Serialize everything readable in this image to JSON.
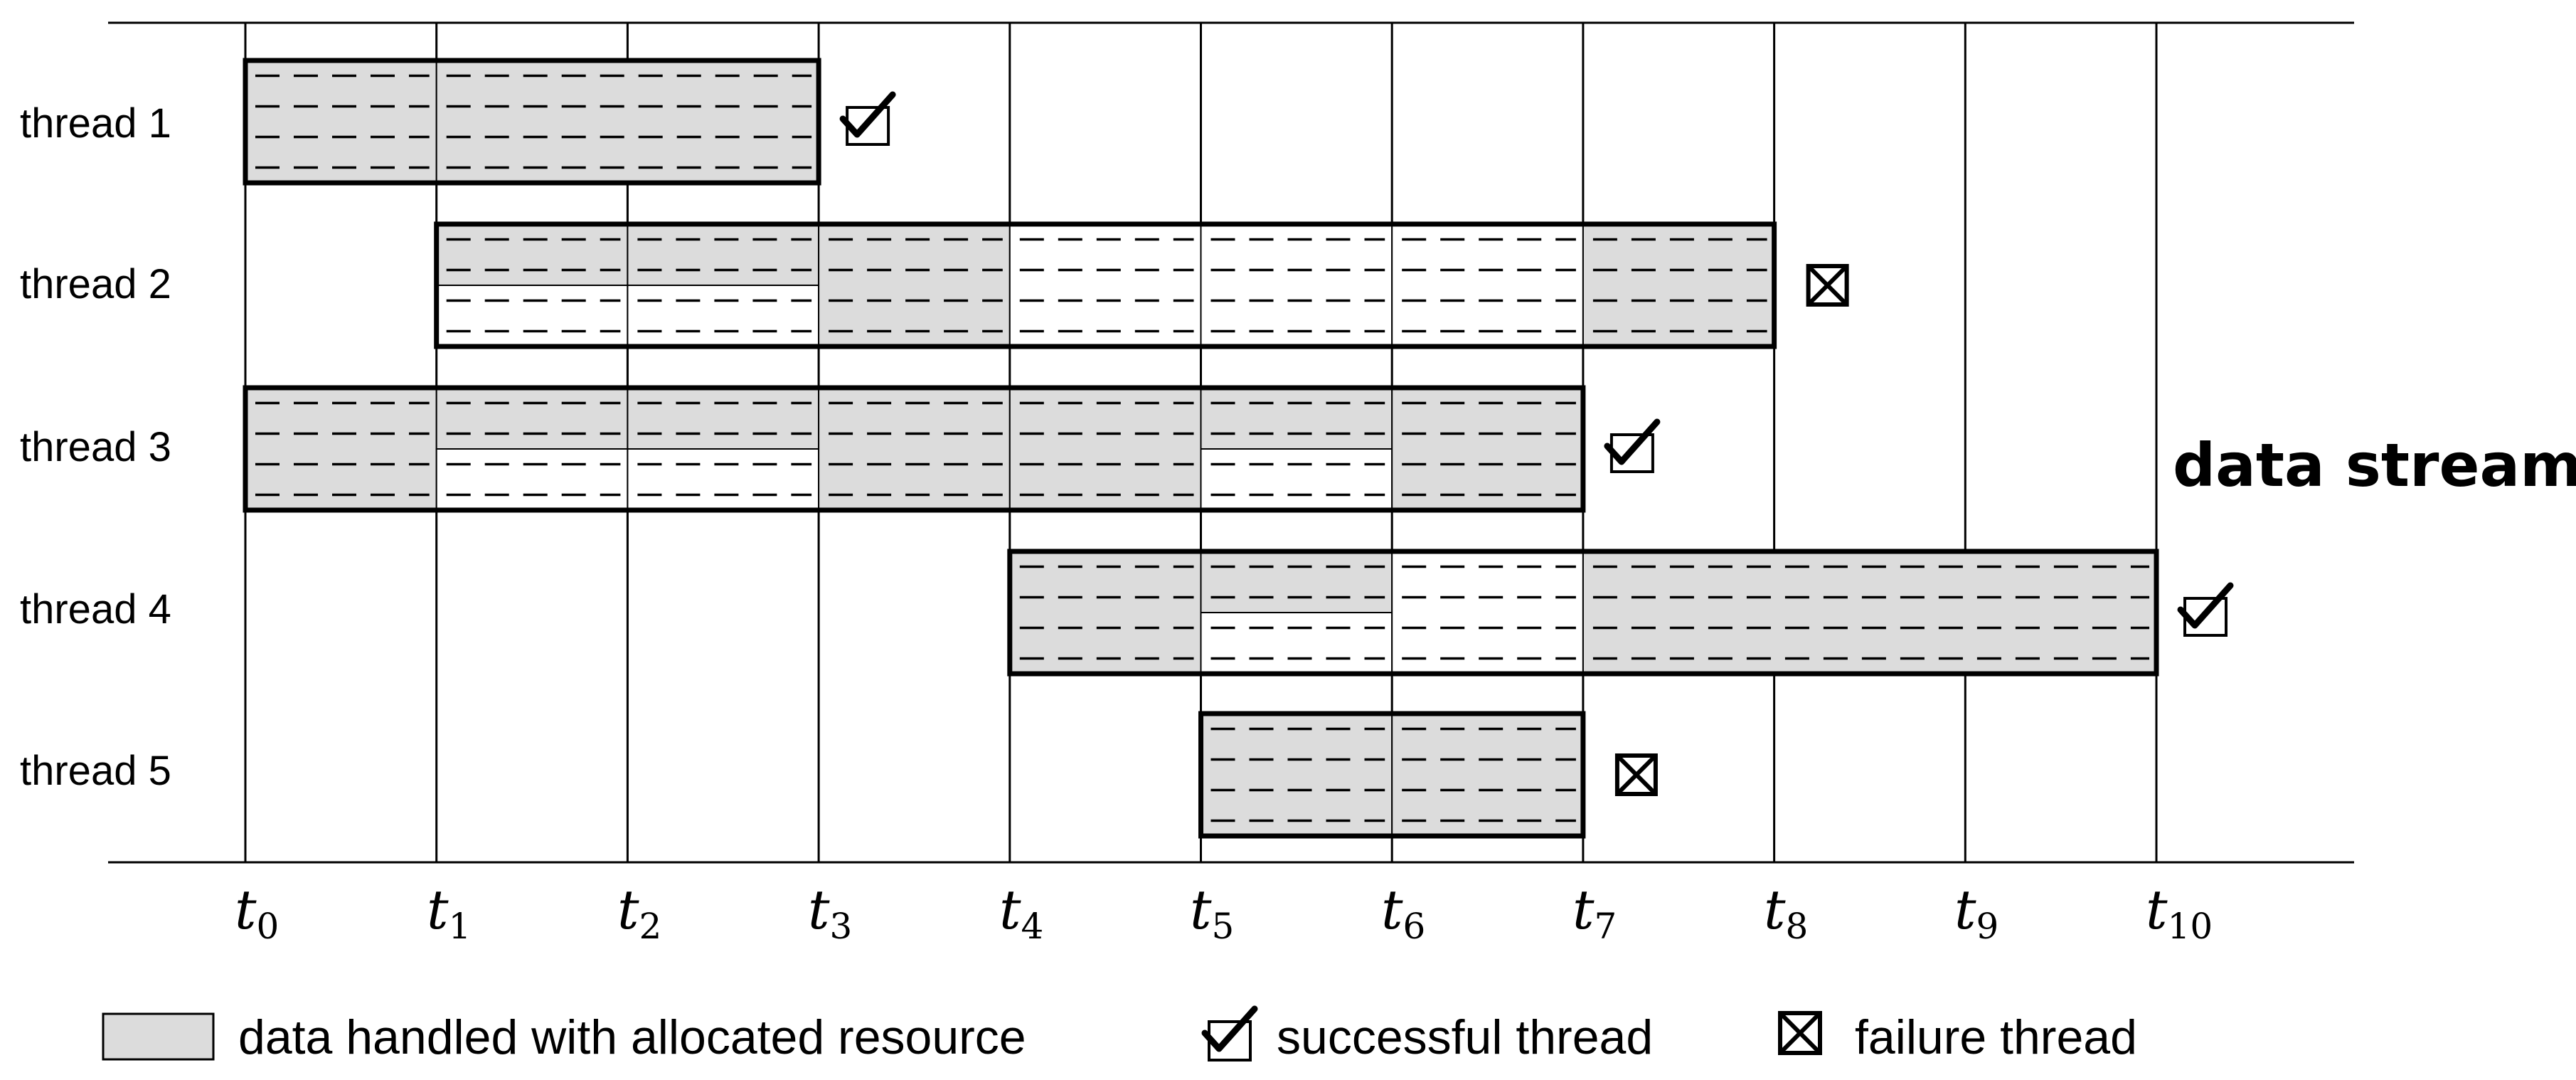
{
  "diagram": {
    "threads": [
      {
        "label": "thread 1",
        "start": 0,
        "end": 3,
        "outcome": "success",
        "cells": [
          {
            "from": 0,
            "to": 1,
            "lanes": [
              "alloc"
            ]
          },
          {
            "from": 1,
            "to": 3,
            "lanes": [
              "alloc"
            ]
          }
        ]
      },
      {
        "label": "thread 2",
        "start": 1,
        "end": 8,
        "outcome": "failure",
        "cells": [
          {
            "from": 1,
            "to": 2,
            "lanes": [
              "alloc",
              "free"
            ]
          },
          {
            "from": 2,
            "to": 3,
            "lanes": [
              "alloc",
              "free"
            ]
          },
          {
            "from": 3,
            "to": 4,
            "lanes": [
              "alloc"
            ]
          },
          {
            "from": 4,
            "to": 5,
            "lanes": [
              "free"
            ]
          },
          {
            "from": 5,
            "to": 6,
            "lanes": [
              "free"
            ]
          },
          {
            "from": 6,
            "to": 7,
            "lanes": [
              "free"
            ]
          },
          {
            "from": 7,
            "to": 8,
            "lanes": [
              "alloc"
            ]
          }
        ]
      },
      {
        "label": "thread 3",
        "start": 0,
        "end": 7,
        "outcome": "success",
        "cells": [
          {
            "from": 0,
            "to": 1,
            "lanes": [
              "alloc"
            ]
          },
          {
            "from": 1,
            "to": 2,
            "lanes": [
              "alloc",
              "free"
            ]
          },
          {
            "from": 2,
            "to": 3,
            "lanes": [
              "alloc",
              "free"
            ]
          },
          {
            "from": 3,
            "to": 4,
            "lanes": [
              "alloc"
            ]
          },
          {
            "from": 4,
            "to": 5,
            "lanes": [
              "alloc"
            ]
          },
          {
            "from": 5,
            "to": 6,
            "lanes": [
              "alloc",
              "free"
            ]
          },
          {
            "from": 6,
            "to": 7,
            "lanes": [
              "alloc"
            ]
          }
        ]
      },
      {
        "label": "thread 4",
        "start": 4,
        "end": 10,
        "outcome": "success",
        "cells": [
          {
            "from": 4,
            "to": 5,
            "lanes": [
              "alloc"
            ]
          },
          {
            "from": 5,
            "to": 6,
            "lanes": [
              "alloc",
              "free"
            ]
          },
          {
            "from": 6,
            "to": 7,
            "lanes": [
              "free"
            ]
          },
          {
            "from": 7,
            "to": 10,
            "lanes": [
              "alloc"
            ]
          }
        ]
      },
      {
        "label": "thread 5",
        "start": 5,
        "end": 7,
        "outcome": "failure",
        "cells": [
          {
            "from": 5,
            "to": 6,
            "lanes": [
              "alloc"
            ]
          },
          {
            "from": 6,
            "to": 7,
            "lanes": [
              "alloc"
            ]
          }
        ]
      }
    ],
    "time_labels": [
      {
        "base": "t",
        "sub": "0"
      },
      {
        "base": "t",
        "sub": "1"
      },
      {
        "base": "t",
        "sub": "2"
      },
      {
        "base": "t",
        "sub": "3"
      },
      {
        "base": "t",
        "sub": "4"
      },
      {
        "base": "t",
        "sub": "5"
      },
      {
        "base": "t",
        "sub": "6"
      },
      {
        "base": "t",
        "sub": "7"
      },
      {
        "base": "t",
        "sub": "8"
      },
      {
        "base": "t",
        "sub": "9"
      },
      {
        "base": "t",
        "sub": "10"
      }
    ],
    "stream_label": "data stream"
  },
  "legend": {
    "allocated_label": "data handled with allocated resource",
    "success_label": "successful thread",
    "failure_label": "failure thread"
  },
  "colors": {
    "allocated_fill": "#dcdcdc",
    "free_fill": "#ffffff",
    "line": "#000000"
  }
}
